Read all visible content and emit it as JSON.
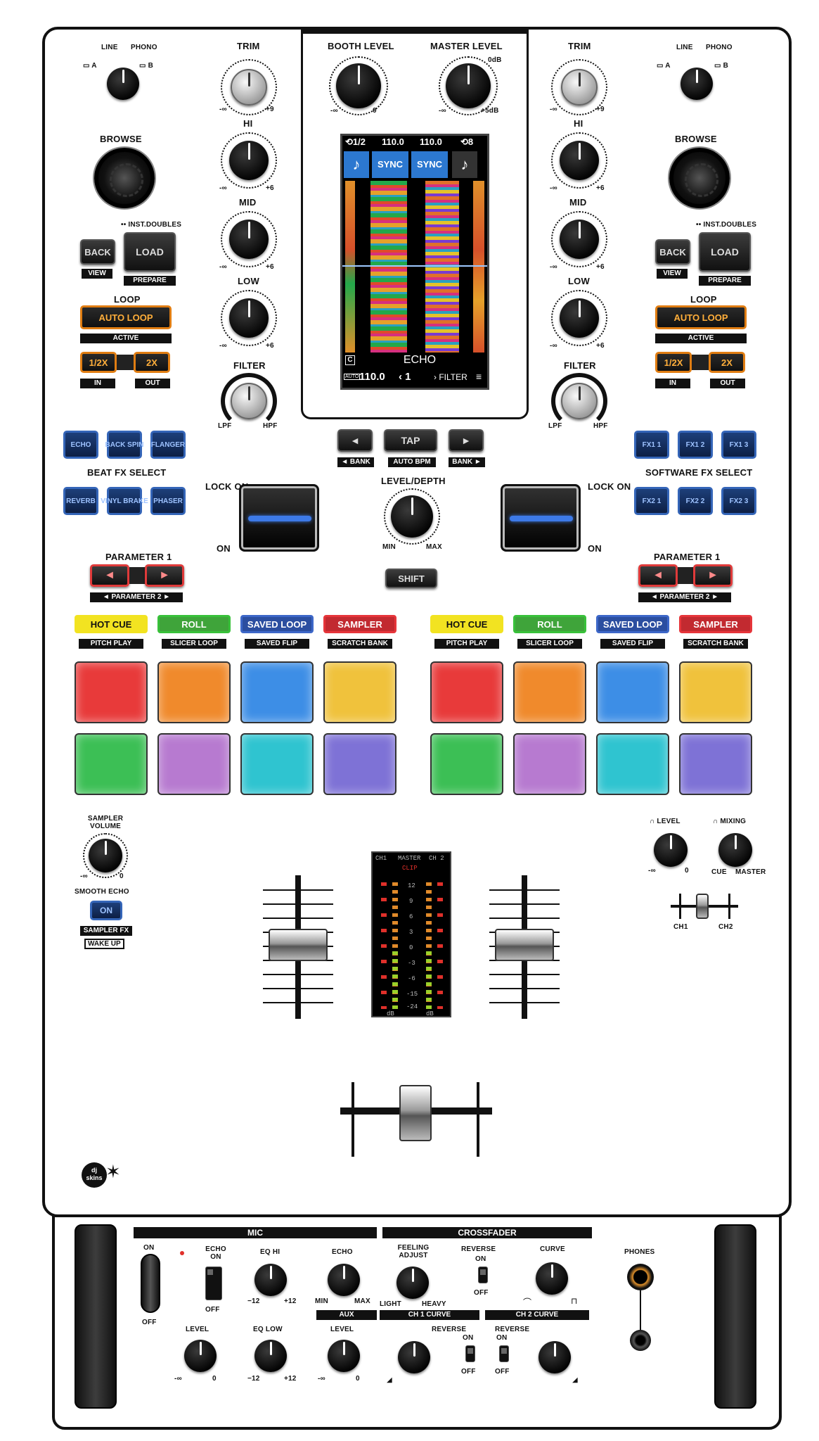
{
  "input_selector": {
    "a": "A",
    "b": "B",
    "line": "LINE",
    "phono": "PHONO"
  },
  "channel": {
    "trim": "TRIM",
    "trim_min": "-∞",
    "trim_max": "+9",
    "hi": "HI",
    "mid": "MID",
    "low": "LOW",
    "eq_min": "-∞",
    "eq_max": "+6",
    "filter": "FILTER",
    "lpf": "LPF",
    "hpf": "HPF"
  },
  "browse": "BROWSE",
  "back": "BACK",
  "view": "VIEW",
  "load": "LOAD",
  "inst_doubles": "•• INST.DOUBLES",
  "prepare": "PREPARE",
  "loop": {
    "title": "LOOP",
    "auto_loop": "AUTO LOOP",
    "active": "ACTIVE",
    "half": "1/2X",
    "double": "2X",
    "in": "IN",
    "out": "OUT"
  },
  "master_section": {
    "booth_level": "BOOTH LEVEL",
    "master_level": "MASTER LEVEL",
    "min": "-∞",
    "booth_max": "0",
    "master_max": "+5dB",
    "odb": "0dB"
  },
  "screen": {
    "top_left": "1/2",
    "bpm_left": "110.0",
    "bpm_right": "110.0",
    "top_right": "8",
    "sync": "SYNC",
    "fx_name": "ECHO",
    "auto": "AUTO",
    "bpm_bottom": "110.0",
    "beat": "1",
    "filter": "FILTER",
    "c": "C"
  },
  "tap": {
    "left_arrow": "◄",
    "right_arrow": "►",
    "tap": "TAP",
    "bank_left": "◄ BANK",
    "auto_bpm": "AUTO BPM",
    "bank_right": "BANK ►"
  },
  "beat_fx": {
    "title": "BEAT FX SELECT",
    "row1": [
      "ECHO",
      "BACK SPIN",
      "FLANGER"
    ],
    "row2": [
      "REVERB",
      "VINYL BRAKE",
      "PHASER"
    ]
  },
  "software_fx": {
    "title": "SOFTWARE FX SELECT",
    "row1": [
      "FX1 1",
      "FX1 2",
      "FX1 3"
    ],
    "row2": [
      "FX2 1",
      "FX2 2",
      "FX2 3"
    ]
  },
  "level_depth": {
    "title": "LEVEL/DEPTH",
    "min": "MIN",
    "max": "MAX"
  },
  "lock": {
    "lock_on": "LOCK ON",
    "on": "ON"
  },
  "parameter": {
    "title": "PARAMETER 1",
    "sub": "◄ PARAMETER 2 ►"
  },
  "shift": "SHIFT",
  "pad_modes": [
    {
      "label": "HOT CUE",
      "sub": "PITCH PLAY",
      "color": "#f2e321"
    },
    {
      "label": "ROLL",
      "sub": "SLICER LOOP",
      "color": "#38c13a"
    },
    {
      "label": "SAVED LOOP",
      "sub": "SAVED FLIP",
      "color": "#3d67c8"
    },
    {
      "label": "SAMPLER",
      "sub": "SCRATCH BANK",
      "color": "#e6353a"
    }
  ],
  "pad_colors": [
    "#e83a3a",
    "#f08a2c",
    "#3d8ee6",
    "#f0c23c",
    "#3cbf55",
    "#b77ad0",
    "#2fc4d0",
    "#7e72d6"
  ],
  "sampler": {
    "volume": "SAMPLER VOLUME",
    "min": "-∞",
    "max": "0",
    "smooth_echo": "SMOOTH ECHO",
    "on": "ON",
    "sampler_fx": "SAMPLER FX",
    "wake_up": "WAKE UP"
  },
  "headphone": {
    "level": "LEVEL",
    "mixing": "MIXING",
    "min": "-∞",
    "max": "0",
    "cue": "CUE",
    "master": "MASTER",
    "ch1": "CH1",
    "ch2": "CH2"
  },
  "meter": {
    "ch1": "CH1",
    "master": "MASTER",
    "ch2": "CH 2",
    "clip": "CLIP",
    "scale": [
      "12",
      "9",
      "6",
      "3",
      "0",
      "-3",
      "-6",
      "-15",
      "-24"
    ],
    "db": "dB"
  },
  "logo": "dj skins",
  "front": {
    "mic": "MIC",
    "crossfader": "CROSSFADER",
    "on": "ON",
    "off": "OFF",
    "echo_on": "ECHO ON",
    "eq_hi": "EQ HI",
    "eq_low": "EQ LOW",
    "echo": "ECHO",
    "level": "LEVEL",
    "aux": "AUX",
    "eq_min": "−12",
    "eq_max": "+12",
    "min": "MIN",
    "max": "MAX",
    "inf": "-∞",
    "zero": "0",
    "feeling_adjust": "FEELING ADJUST",
    "light": "LIGHT",
    "heavy": "HEAVY",
    "reverse": "REVERSE",
    "curve": "CURVE",
    "ch1_curve": "CH 1 CURVE",
    "ch2_curve": "CH 2 CURVE",
    "phones": "PHONES"
  }
}
